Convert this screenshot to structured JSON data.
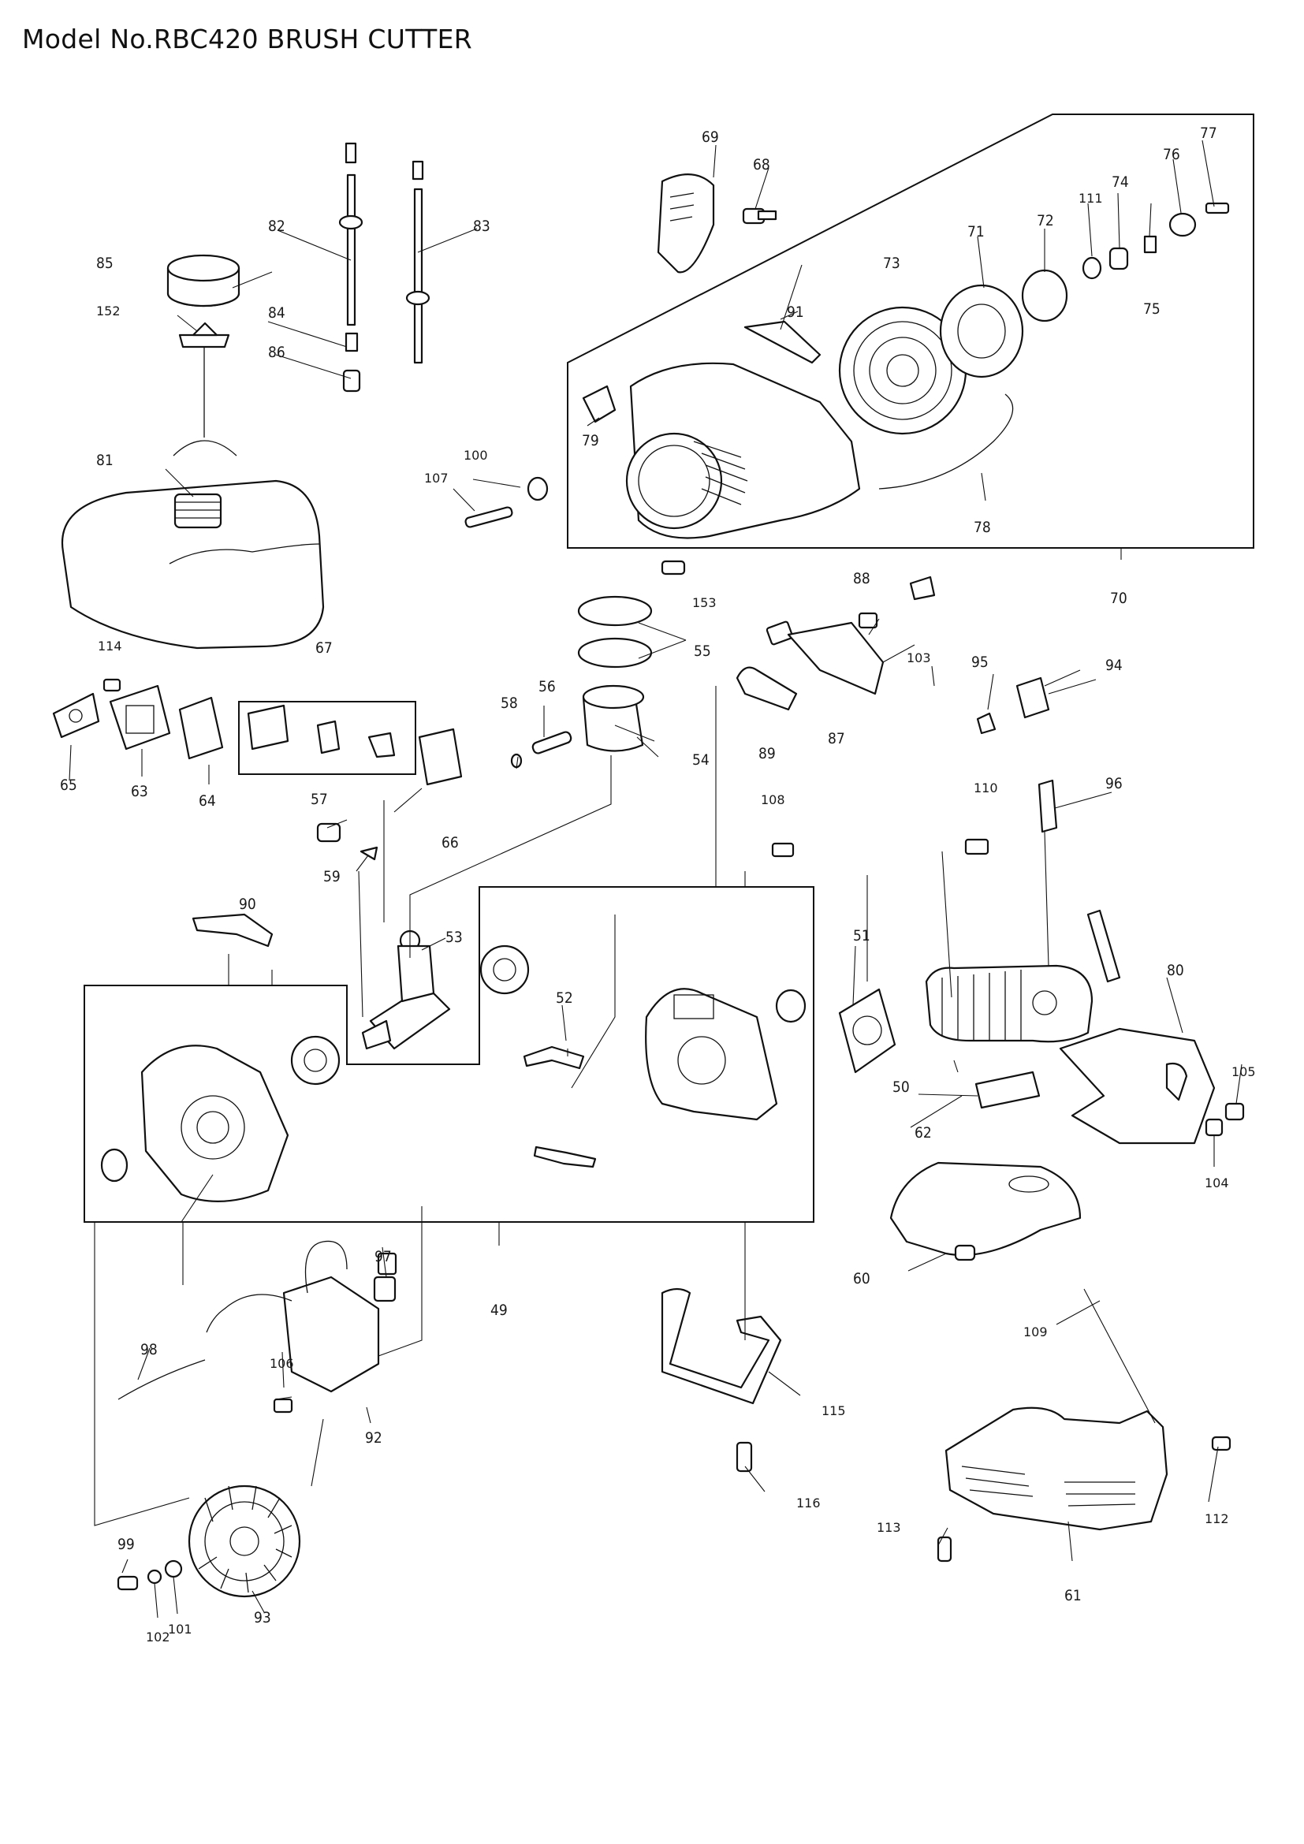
{
  "title": "Model No.RBC420 BRUSH CUTTER",
  "parts": [
    {
      "no": "49"
    },
    {
      "no": "50"
    },
    {
      "no": "51"
    },
    {
      "no": "52"
    },
    {
      "no": "53"
    },
    {
      "no": "54"
    },
    {
      "no": "55"
    },
    {
      "no": "56"
    },
    {
      "no": "57"
    },
    {
      "no": "58"
    },
    {
      "no": "59"
    },
    {
      "no": "60"
    },
    {
      "no": "61"
    },
    {
      "no": "62"
    },
    {
      "no": "63"
    },
    {
      "no": "64"
    },
    {
      "no": "65"
    },
    {
      "no": "66"
    },
    {
      "no": "67"
    },
    {
      "no": "68"
    },
    {
      "no": "69"
    },
    {
      "no": "70"
    },
    {
      "no": "71"
    },
    {
      "no": "72"
    },
    {
      "no": "73"
    },
    {
      "no": "74"
    },
    {
      "no": "75"
    },
    {
      "no": "76"
    },
    {
      "no": "77"
    },
    {
      "no": "78"
    },
    {
      "no": "79"
    },
    {
      "no": "80"
    },
    {
      "no": "81"
    },
    {
      "no": "82"
    },
    {
      "no": "83"
    },
    {
      "no": "84"
    },
    {
      "no": "85"
    },
    {
      "no": "86"
    },
    {
      "no": "87"
    },
    {
      "no": "88"
    },
    {
      "no": "89"
    },
    {
      "no": "90"
    },
    {
      "no": "91"
    },
    {
      "no": "92"
    },
    {
      "no": "93"
    },
    {
      "no": "94"
    },
    {
      "no": "95"
    },
    {
      "no": "96"
    },
    {
      "no": "97"
    },
    {
      "no": "98"
    },
    {
      "no": "99"
    },
    {
      "no": "100"
    },
    {
      "no": "101"
    },
    {
      "no": "102"
    },
    {
      "no": "103"
    },
    {
      "no": "104"
    },
    {
      "no": "105"
    },
    {
      "no": "106"
    },
    {
      "no": "107"
    },
    {
      "no": "108"
    },
    {
      "no": "109"
    },
    {
      "no": "110"
    },
    {
      "no": "111"
    },
    {
      "no": "112"
    },
    {
      "no": "113"
    },
    {
      "no": "114"
    },
    {
      "no": "115"
    },
    {
      "no": "116"
    },
    {
      "no": "152"
    },
    {
      "no": "153"
    }
  ]
}
